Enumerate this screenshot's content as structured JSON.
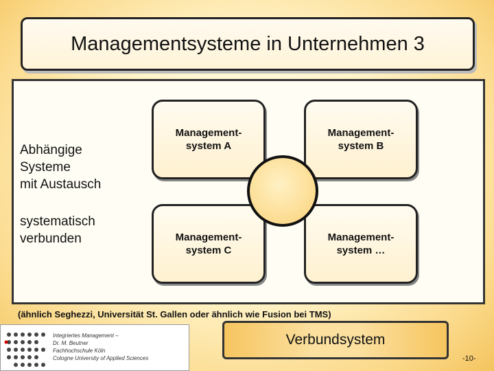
{
  "title": "Managementsysteme in Unternehmen 3",
  "left_labels": {
    "top": "Abhängige\nSysteme\nmit Austausch",
    "bottom": "systematisch\nverbunden"
  },
  "cards": {
    "a": "Management-\nsystem A",
    "b": "Management-\nsystem B",
    "c": "Management-\nsystem C",
    "d": "Management-\nsystem …"
  },
  "note": "(ähnlich Seghezzi, Universität St. Gallen oder ähnlich wie Fusion bei TMS)",
  "logo_text": "Integriertes Management –\nDr. M. Beutner\nFachhochschule Köln\nCologne University of Applied Sciences",
  "verbund_label": "Verbundsystem",
  "page_number": "-10-"
}
